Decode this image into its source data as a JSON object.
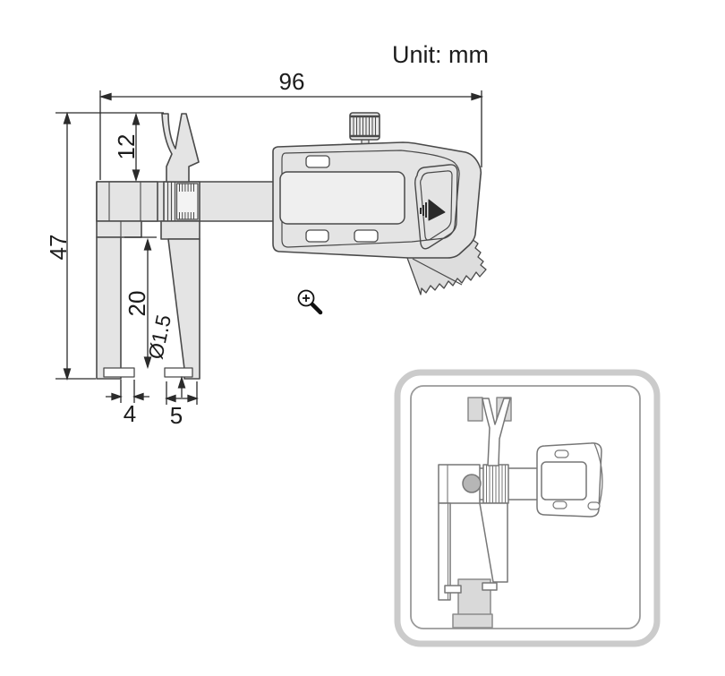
{
  "page": {
    "background": "#ffffff",
    "unit_label": "Unit: mm"
  },
  "diagram": {
    "dimensions": {
      "overall_length": "96",
      "upper_jaw_height": "12",
      "overall_height": "47",
      "lower_jaw_depth": "20",
      "lip_diameter": "Ø1.5",
      "left_lip_width": "4",
      "right_lip_width": "5"
    },
    "colors": {
      "outline": "#4a4a4a",
      "dimension_line": "#2b2b2b",
      "body_fill": "#e4e4e4",
      "lcd_fill": "#efefef",
      "workpiece_fill": "#d9d9d9",
      "inset_border": "#cbcbcb"
    },
    "icons": {
      "cursor_icon": "magnifier-zoom-in",
      "logo_icon": "brand-logo-mark"
    }
  }
}
